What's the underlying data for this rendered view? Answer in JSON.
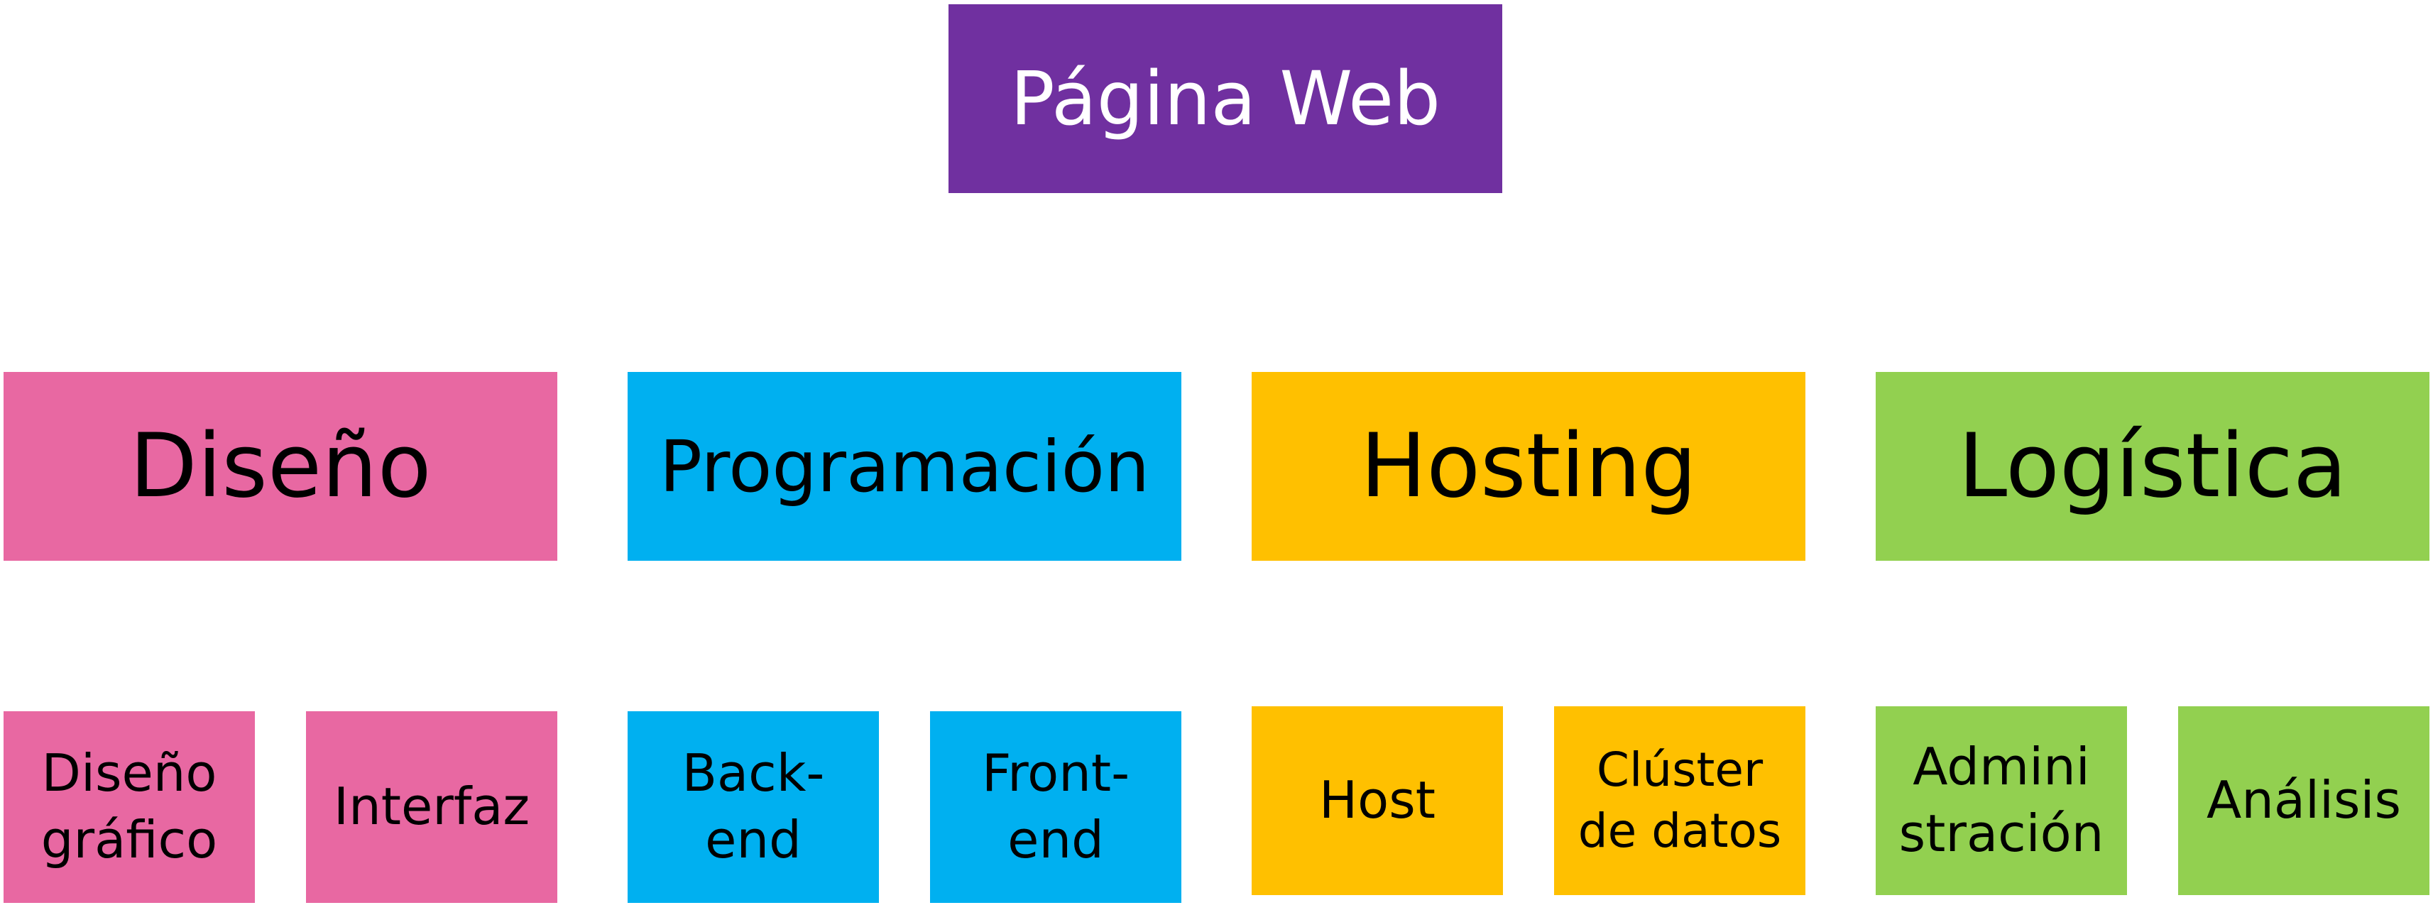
{
  "root": {
    "label": "Página Web",
    "color": "#7030a0"
  },
  "categories": [
    {
      "label": "Diseño",
      "color": "#e868a2"
    },
    {
      "label": "Programación",
      "color": "#00b0f0"
    },
    {
      "label": "Hosting",
      "color": "#ffc000"
    },
    {
      "label": "Logística",
      "color": "#92d050"
    }
  ],
  "leaves": {
    "diseno_grafico": "Diseño\ngráfico",
    "interfaz": "Interfaz",
    "backend": "Back-\nend",
    "frontend": "Front-\nend",
    "host": "Host",
    "cluster": "Clúster\nde datos",
    "administracion": "Admini\nstración",
    "analisis": "Análisis"
  }
}
